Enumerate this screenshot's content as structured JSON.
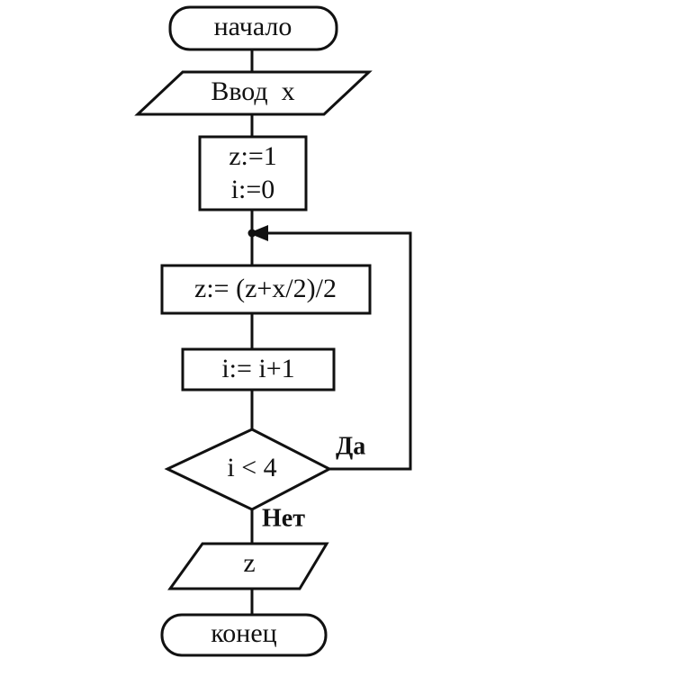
{
  "flowchart": {
    "start": "начало",
    "input": "Ввод  x",
    "init_line1": "z:=1",
    "init_line2": "i:=0",
    "update_z": "z:= (z+x/2)/2",
    "increment_i": "i:= i+1",
    "condition": "i < 4",
    "yes_label": "Да",
    "no_label": "Нет",
    "output": "z",
    "end": "конец"
  },
  "colors": {
    "stroke": "#111111",
    "background": "#ffffff"
  }
}
